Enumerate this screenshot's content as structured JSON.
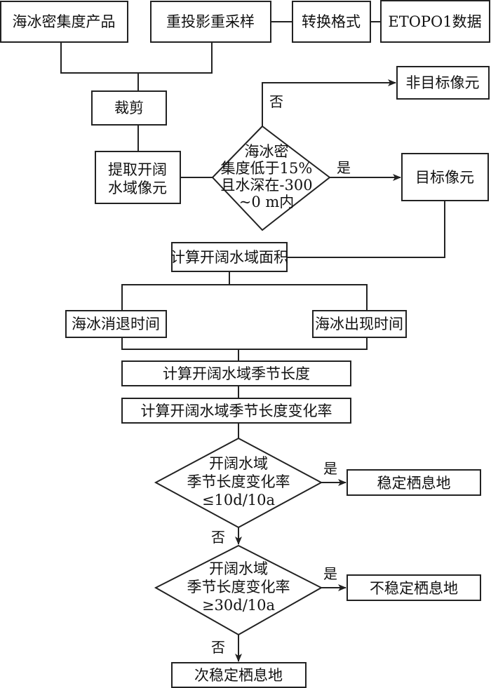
{
  "diagram": {
    "type": "flowchart",
    "nodes": {
      "sea_ice_product": "海冰密集度产品",
      "reproject": "重投影重采样",
      "convert_format": "转换格式",
      "etopo1": "ETOPO1数据",
      "clip": "裁剪",
      "extract_line1": "提取开阔",
      "extract_line2": "水域像元",
      "decision1_line1": "海冰密",
      "decision1_line2": "集度低于15%",
      "decision1_line3": "且水深在-300",
      "decision1_line4": "~0 m内",
      "non_target": "非目标像元",
      "target": "目标像元",
      "calc_area": "计算开阔水域面积",
      "retreat_time": "海冰消退时间",
      "advance_time": "海冰出现时间",
      "calc_season": "计算开阔水域季节长度",
      "calc_rate": "计算开阔水域季节长度变化率",
      "decision2_line1": "开阔水域",
      "decision2_line2": "季节长度变化率",
      "decision2_line3": "≤10d/10a",
      "stable": "稳定栖息地",
      "decision3_line1": "开阔水域",
      "decision3_line2": "季节长度变化率",
      "decision3_line3": "≥30d/10a",
      "unstable": "不稳定栖息地",
      "substable": "次稳定栖息地"
    },
    "edge_labels": {
      "d1_no": "否",
      "d1_yes": "是",
      "d2_yes": "是",
      "d2_no": "否",
      "d3_yes": "是",
      "d3_no": "否"
    },
    "colors": {
      "stroke": "#222222",
      "text": "#111111",
      "background": "#ffffff"
    }
  }
}
